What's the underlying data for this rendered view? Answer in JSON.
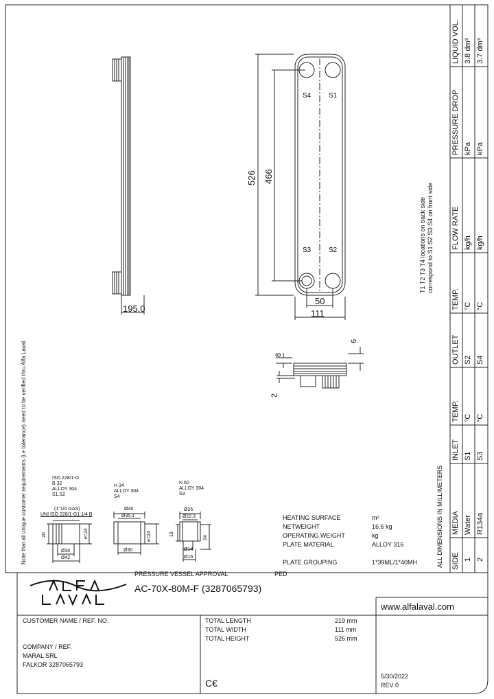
{
  "note": "Note that all unique customer requirements (i.e tolerance) need to be verified thru Alfa Laval.",
  "dims": {
    "total_h": "526",
    "port_h": "466",
    "port_w": "50",
    "total_w": "111",
    "depth": "195.0",
    "d8": "8",
    "d6": "6",
    "d2": "2"
  },
  "ports": {
    "s1": "S1",
    "s2": "S2",
    "s3": "S3",
    "s4": "S4"
  },
  "side_note": [
    "T1 T2 T3 T4 locations on back side",
    "correspond to S1 S2 S3 S4 on front side"
  ],
  "connections": [
    {
      "lines": [
        "ISO 228/1-G",
        "B 32",
        "ALLOY 304",
        "S1,S2"
      ],
      "sub": "(1\"1/4 GAS)",
      "thread": "UNI ISO 228/1-G1 1/4  B",
      "d_out": "Ø42",
      "d_in": "Ø30",
      "d_e": "e=24",
      "h": "20"
    },
    {
      "lines": [
        "H 34",
        "ALLOY 304",
        "S4"
      ],
      "d_top": "Ø40",
      "d_top2": "Ø35.1",
      "d_bot": "Ø30",
      "d_e": "e=24"
    },
    {
      "lines": [
        "N 60",
        "ALLOY 304",
        "S3"
      ],
      "d_top": "Ø26",
      "d_top2": "Ø22.3",
      "d_b1": "Ø14",
      "d_b2": "Ø16",
      "h": "19",
      "w": "24"
    }
  ],
  "specs": [
    {
      "label": "HEATING SURFACE",
      "value": "m²"
    },
    {
      "label": "NETWEIGHT",
      "value": "16.6 kg"
    },
    {
      "label": "OPERATING WEIGHT",
      "value": "kg"
    },
    {
      "label": "PLATE MATERIAL",
      "value": "ALLOY 316"
    },
    {
      "label": "PLATE GROUPING",
      "value": "1*39ML/1*40MH"
    }
  ],
  "all_dims": "ALL DIMENSIONS IN MILLIMETERS",
  "table": {
    "headers": [
      "SIDE",
      "MEDIA",
      "INLET",
      "TEMP.",
      "OUTLET",
      "TEMP.",
      "FLOW RATE",
      "PRESSURE DROP",
      "LIQUID VOL."
    ],
    "rows": [
      [
        "1",
        "Water",
        "S1",
        "°C",
        "S2",
        "°C",
        "kg/h",
        "kPa",
        "3.8 dm³"
      ],
      [
        "2",
        "R134a",
        "S3",
        "°C",
        "S4",
        "°C",
        "kg/h",
        "kPa",
        "3.7 dm³"
      ]
    ]
  },
  "title_block": {
    "approval": "PRESSURE VESSEL APPROVAL",
    "ped": "PED",
    "model": "AC-70X-80M-F (3287065793)",
    "website": "www.alfalaval.com",
    "customer_label": "CUSTOMER NAME / REF. NO.",
    "company_label": "COMPANY / REF.",
    "company": "MARAL SRL",
    "ref": "FALKOR 3287065793",
    "length_label": "TOTAL LENGTH",
    "length": "219 mm",
    "width_label": "TOTAL WIDTH",
    "width": "111 mm",
    "height_label": "TOTAL HEIGHT",
    "height": "526 mm",
    "ce": "C€",
    "date": "5/30/2022",
    "rev": "REV 0"
  }
}
